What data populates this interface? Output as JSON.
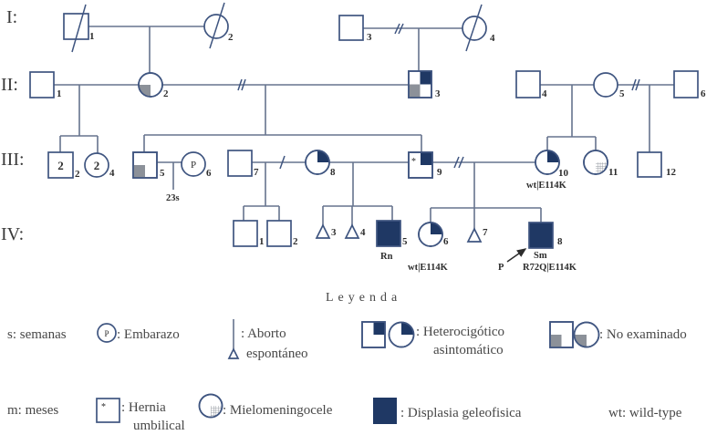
{
  "generations": {
    "I": "I:",
    "II": "II:",
    "III": "III:",
    "IV": "IV:"
  },
  "colors": {
    "affected": "#1f3864",
    "not_examined": "#8c9199",
    "lines": "#66738d",
    "outline": "#3f5580"
  },
  "individuals": {
    "I_1": {
      "id": "1",
      "sex": "male",
      "deceased": true
    },
    "I_2": {
      "id": "2",
      "sex": "female",
      "deceased": true
    },
    "I_3": {
      "id": "3",
      "sex": "male",
      "deceased": false
    },
    "I_4": {
      "id": "4",
      "sex": "female",
      "deceased": true
    },
    "II_1": {
      "id": "1",
      "sex": "male"
    },
    "II_2": {
      "id": "2",
      "sex": "female",
      "status": "No examinado"
    },
    "II_3": {
      "id": "3",
      "sex": "male",
      "status": "Heterocigótico asintomático / No examinado"
    },
    "II_4": {
      "id": "4",
      "sex": "male"
    },
    "II_5": {
      "id": "5",
      "sex": "female"
    },
    "II_6": {
      "id": "6",
      "sex": "male"
    },
    "III_2": {
      "id": "2",
      "sex": "male",
      "count": "2"
    },
    "III_4": {
      "id": "4",
      "sex": "female",
      "count": "2"
    },
    "III_5": {
      "id": "5",
      "sex": "male",
      "status": "No examinado"
    },
    "III_6": {
      "id": "6",
      "sex": "pregnancy",
      "symbol": "P",
      "gestation": "23s"
    },
    "III_7": {
      "id": "7",
      "sex": "male"
    },
    "III_8": {
      "id": "8",
      "sex": "female",
      "status": "Heterocigótico asintomático"
    },
    "III_9": {
      "id": "9",
      "sex": "male",
      "status": "Heterocigótico asintomático",
      "mark": "*"
    },
    "III_10": {
      "id": "10",
      "sex": "female",
      "status": "Heterocigótico asintomático",
      "genotype": "wt|E114K"
    },
    "III_11": {
      "id": "11",
      "sex": "female",
      "status": "Mielomeningocele"
    },
    "III_12": {
      "id": "12",
      "sex": "male"
    },
    "IV_1": {
      "id": "1",
      "sex": "male"
    },
    "IV_2": {
      "id": "2",
      "sex": "male"
    },
    "IV_3": {
      "id": "3",
      "sex": "abortion"
    },
    "IV_4": {
      "id": "4",
      "sex": "abortion"
    },
    "IV_5": {
      "id": "5",
      "sex": "male",
      "status": "Displasia geleofisica",
      "name": "Rn"
    },
    "IV_6": {
      "id": "6",
      "sex": "female",
      "status": "Heterocigótico asintomático",
      "genotype": "wt|E114K"
    },
    "IV_7": {
      "id": "7",
      "sex": "abortion"
    },
    "IV_8": {
      "id": "8",
      "sex": "male",
      "status": "Displasia geleofisica",
      "name": "Sm",
      "genotype": "R72Q|E114K",
      "proband": "P"
    }
  },
  "legend": {
    "title": "Leyenda",
    "weeks": "s: semanas",
    "months": "m: meses",
    "pregnancy_symbol": "P",
    "pregnancy": ": Embarazo",
    "abortion_1": ": Aborto",
    "abortion_2": "espontáneo",
    "heterozygous_1": ": Heterocigótico",
    "heterozygous_2": "asintomático",
    "not_examined": ": No examinado",
    "hernia_symbol": "*",
    "hernia_1": ": Hernia",
    "hernia_2": "umbilical",
    "myelo": ": Mielomeningocele",
    "dysplasia": ": Displasia geleofisica",
    "wildtype": "wt: wild-type"
  }
}
